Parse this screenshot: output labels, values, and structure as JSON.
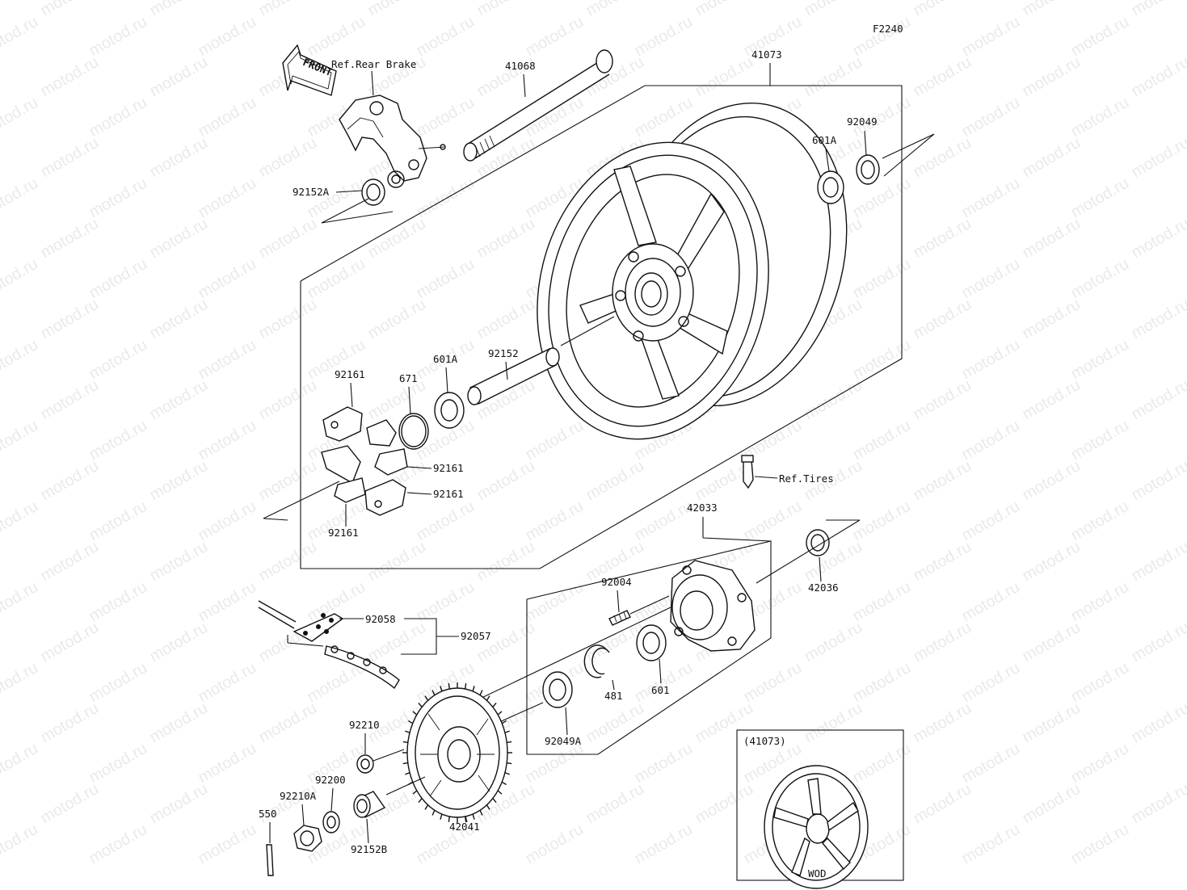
{
  "diagram_code": "F2240",
  "watermark_text": "motod.ru",
  "front_arrow_text": "FRONT",
  "refs": {
    "rear_brake": "Ref.Rear Brake",
    "tires": "Ref.Tires"
  },
  "parts": {
    "axle": "41068",
    "wheel": "41073",
    "bearing_upper": "601A",
    "seal_upper": "92049",
    "collar_left": "92152A",
    "collar_center": "92152",
    "bearing_center": "601A",
    "oring": "671",
    "damper_top": "92161",
    "damper_right_1": "92161",
    "damper_right_2": "92161",
    "damper_bottom": "92161",
    "coupling": "42033",
    "collar_coupling": "42036",
    "stud": "92004",
    "chain_link": "92058",
    "chain": "92057",
    "bearing_coupling": "601",
    "circlip": "481",
    "seal_coupling": "92049A",
    "nut_sprocket": "92210",
    "washer": "92200",
    "axle_nut": "92210A",
    "cotter_pin": "550",
    "collar_bottom": "92152B",
    "sprocket": "42041"
  },
  "inset": {
    "ref_label": "(41073)",
    "caption": "WOD"
  }
}
